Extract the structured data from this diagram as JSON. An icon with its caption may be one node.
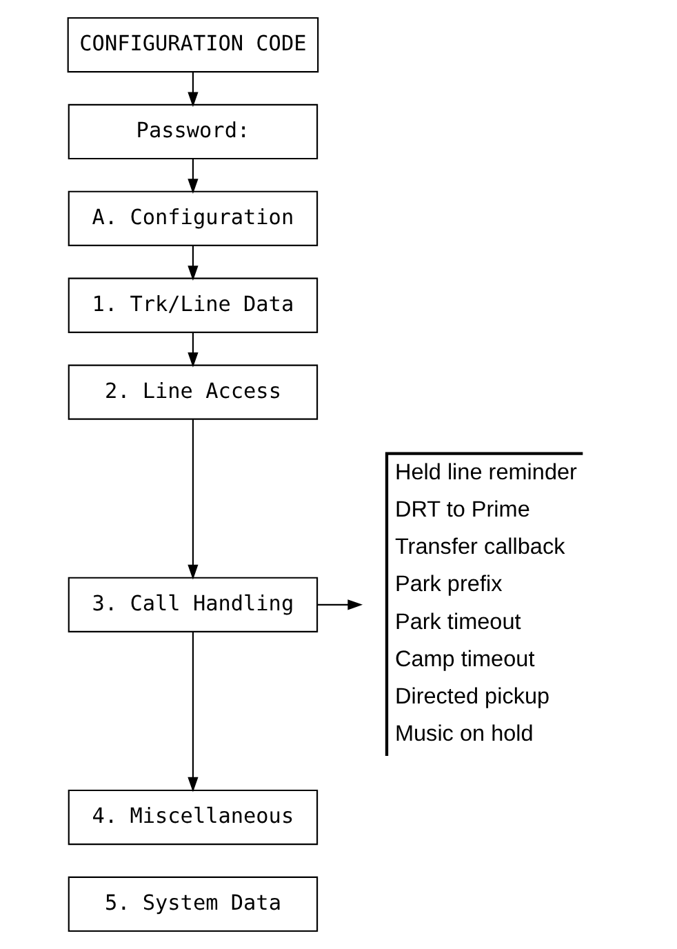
{
  "diagram": {
    "nodes": [
      {
        "text": [
          "CONFIGURATION CODE"
        ]
      },
      {
        "text": [
          "Password:"
        ]
      },
      {
        "text": [
          "A. Configuration"
        ]
      },
      {
        "text": [
          "1. Trk/Line Data"
        ]
      },
      {
        "text": [
          "2. Line Access"
        ]
      },
      {
        "text": [
          "3. Call Handling"
        ]
      },
      {
        "text": [
          "4. Miscellaneous"
        ]
      },
      {
        "text": [
          "5. System Data"
        ]
      },
      {
        "text": [
          "Held line reminder",
          "DRT to Prime",
          "Transfer callback",
          "Park prefix",
          "Park timeout",
          "Camp timeout",
          "Directed pickup",
          "Music on hold"
        ]
      }
    ],
    "edges": [
      {
        "from": 0,
        "to": 1,
        "arrow": "to"
      },
      {
        "from": 1,
        "to": 2,
        "arrow": "to"
      },
      {
        "from": 2,
        "to": 3,
        "arrow": "to"
      },
      {
        "from": 3,
        "to": 4,
        "arrow": "to"
      },
      {
        "from": 4,
        "to": 5,
        "arrow": "to"
      },
      {
        "from": 5,
        "to": 6,
        "arrow": "to"
      },
      {
        "from": 5,
        "to": 8,
        "arrow": "to"
      }
    ]
  }
}
